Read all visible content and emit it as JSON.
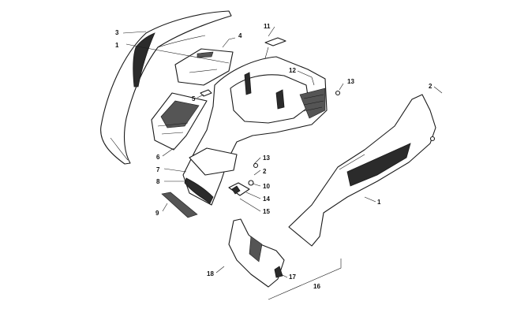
{
  "callouts": [
    {
      "id": "c1a",
      "label": "1"
    },
    {
      "id": "c1b",
      "label": "1"
    },
    {
      "id": "c2a",
      "label": "2"
    },
    {
      "id": "c2b",
      "label": "2"
    },
    {
      "id": "c3",
      "label": "3"
    },
    {
      "id": "c4",
      "label": "4"
    },
    {
      "id": "c5",
      "label": "5"
    },
    {
      "id": "c6",
      "label": "6"
    },
    {
      "id": "c7",
      "label": "7"
    },
    {
      "id": "c8",
      "label": "8"
    },
    {
      "id": "c9",
      "label": "9"
    },
    {
      "id": "c10",
      "label": "10"
    },
    {
      "id": "c11",
      "label": "11"
    },
    {
      "id": "c12",
      "label": "12"
    },
    {
      "id": "c13a",
      "label": "13"
    },
    {
      "id": "c13b",
      "label": "13"
    },
    {
      "id": "c14",
      "label": "14"
    },
    {
      "id": "c15",
      "label": "15"
    },
    {
      "id": "c16",
      "label": "16"
    },
    {
      "id": "c17",
      "label": "17"
    },
    {
      "id": "c18",
      "label": "18"
    }
  ],
  "colors": {
    "line": "#1a1a1a",
    "fill": "#ffffff",
    "shade": "#2b2b2b"
  }
}
